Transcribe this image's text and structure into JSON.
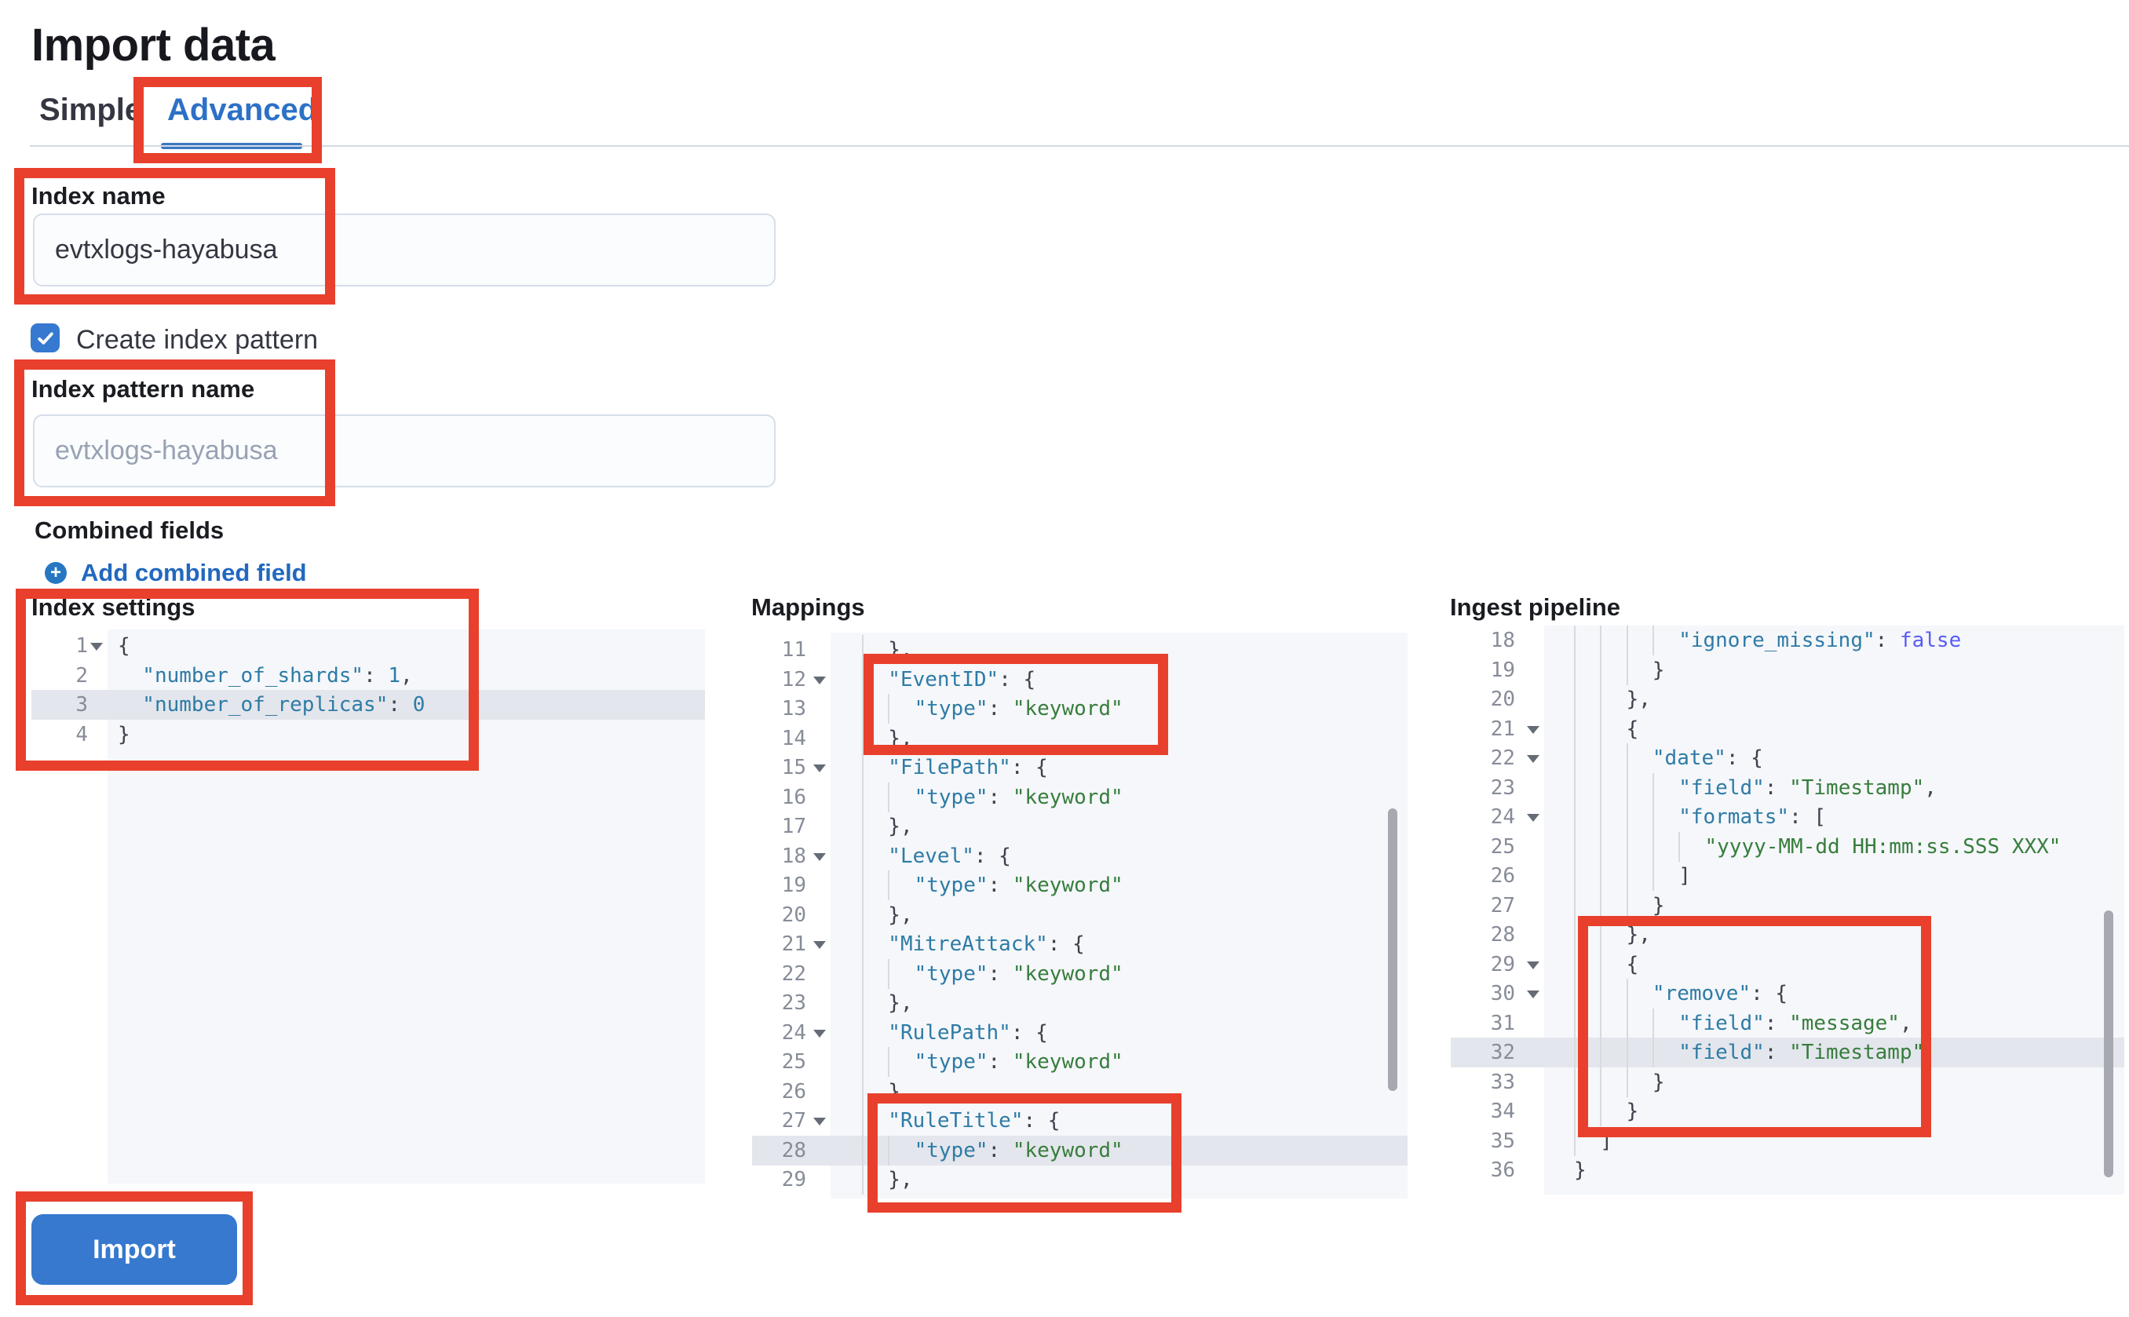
{
  "page": {
    "title": "Import data"
  },
  "tabs": {
    "simple": "Simple",
    "advanced": "Advanced",
    "active": "Advanced"
  },
  "form": {
    "index_name": {
      "label": "Index name",
      "value": "evtxlogs-hayabusa"
    },
    "create_index_pattern": {
      "label": "Create index pattern",
      "checked": true
    },
    "index_pattern_name": {
      "label": "Index pattern name",
      "placeholder": "evtxlogs-hayabusa"
    },
    "combined_fields": {
      "label": "Combined fields",
      "add_link": "Add combined field"
    }
  },
  "editors": [
    {
      "title": "Index settings",
      "active_line": 3,
      "guides": false,
      "lines": [
        {
          "n": 1,
          "fold": true,
          "ind": 0,
          "toks": [
            [
              "{",
              "p"
            ]
          ]
        },
        {
          "n": 2,
          "fold": false,
          "ind": 1,
          "toks": [
            [
              "\"number_of_shards\"",
              "k"
            ],
            [
              ": ",
              "p"
            ],
            [
              "1",
              "n"
            ],
            [
              ",",
              "p"
            ]
          ]
        },
        {
          "n": 3,
          "fold": false,
          "ind": 1,
          "toks": [
            [
              "\"number_of_replicas\"",
              "k"
            ],
            [
              ": ",
              "p"
            ],
            [
              "0",
              "n"
            ]
          ]
        },
        {
          "n": 4,
          "fold": false,
          "ind": 0,
          "toks": [
            [
              "}",
              "p"
            ]
          ]
        }
      ]
    },
    {
      "title": "Mappings",
      "active_line": 28,
      "guides": true,
      "lines": [
        {
          "n": 11,
          "fold": false,
          "ind": 1,
          "toks": [
            [
              "},",
              "p"
            ]
          ]
        },
        {
          "n": 12,
          "fold": true,
          "ind": 1,
          "toks": [
            [
              "\"EventID\"",
              "k"
            ],
            [
              ": {",
              "p"
            ]
          ]
        },
        {
          "n": 13,
          "fold": false,
          "ind": 2,
          "toks": [
            [
              "\"type\"",
              "k"
            ],
            [
              ": ",
              "p"
            ],
            [
              "\"keyword\"",
              "s"
            ]
          ]
        },
        {
          "n": 14,
          "fold": false,
          "ind": 1,
          "toks": [
            [
              "},",
              "p"
            ]
          ]
        },
        {
          "n": 15,
          "fold": true,
          "ind": 1,
          "toks": [
            [
              "\"FilePath\"",
              "k"
            ],
            [
              ": {",
              "p"
            ]
          ]
        },
        {
          "n": 16,
          "fold": false,
          "ind": 2,
          "toks": [
            [
              "\"type\"",
              "k"
            ],
            [
              ": ",
              "p"
            ],
            [
              "\"keyword\"",
              "s"
            ]
          ]
        },
        {
          "n": 17,
          "fold": false,
          "ind": 1,
          "toks": [
            [
              "},",
              "p"
            ]
          ]
        },
        {
          "n": 18,
          "fold": true,
          "ind": 1,
          "toks": [
            [
              "\"Level\"",
              "k"
            ],
            [
              ": {",
              "p"
            ]
          ]
        },
        {
          "n": 19,
          "fold": false,
          "ind": 2,
          "toks": [
            [
              "\"type\"",
              "k"
            ],
            [
              ": ",
              "p"
            ],
            [
              "\"keyword\"",
              "s"
            ]
          ]
        },
        {
          "n": 20,
          "fold": false,
          "ind": 1,
          "toks": [
            [
              "},",
              "p"
            ]
          ]
        },
        {
          "n": 21,
          "fold": true,
          "ind": 1,
          "toks": [
            [
              "\"MitreAttack\"",
              "k"
            ],
            [
              ": {",
              "p"
            ]
          ]
        },
        {
          "n": 22,
          "fold": false,
          "ind": 2,
          "toks": [
            [
              "\"type\"",
              "k"
            ],
            [
              ": ",
              "p"
            ],
            [
              "\"keyword\"",
              "s"
            ]
          ]
        },
        {
          "n": 23,
          "fold": false,
          "ind": 1,
          "toks": [
            [
              "},",
              "p"
            ]
          ]
        },
        {
          "n": 24,
          "fold": true,
          "ind": 1,
          "toks": [
            [
              "\"RulePath\"",
              "k"
            ],
            [
              ": {",
              "p"
            ]
          ]
        },
        {
          "n": 25,
          "fold": false,
          "ind": 2,
          "toks": [
            [
              "\"type\"",
              "k"
            ],
            [
              ": ",
              "p"
            ],
            [
              "\"keyword\"",
              "s"
            ]
          ]
        },
        {
          "n": 26,
          "fold": false,
          "ind": 1,
          "toks": [
            [
              "},",
              "p"
            ]
          ]
        },
        {
          "n": 27,
          "fold": true,
          "ind": 1,
          "toks": [
            [
              "\"RuleTitle\"",
              "k"
            ],
            [
              ": {",
              "p"
            ]
          ]
        },
        {
          "n": 28,
          "fold": false,
          "ind": 2,
          "toks": [
            [
              "\"type\"",
              "k"
            ],
            [
              ": ",
              "p"
            ],
            [
              "\"keyword\"",
              "s"
            ]
          ]
        },
        {
          "n": 29,
          "fold": false,
          "ind": 1,
          "toks": [
            [
              "},",
              "p"
            ]
          ]
        }
      ]
    },
    {
      "title": "Ingest pipeline",
      "active_line": 32,
      "guides": true,
      "lines": [
        {
          "n": 18,
          "fold": false,
          "ind": 4,
          "toks": [
            [
              "\"ignore_missing\"",
              "k"
            ],
            [
              ": ",
              "p"
            ],
            [
              "false",
              "b"
            ]
          ]
        },
        {
          "n": 19,
          "fold": false,
          "ind": 3,
          "toks": [
            [
              "}",
              "p"
            ]
          ]
        },
        {
          "n": 20,
          "fold": false,
          "ind": 2,
          "toks": [
            [
              "},",
              "p"
            ]
          ]
        },
        {
          "n": 21,
          "fold": true,
          "ind": 2,
          "toks": [
            [
              "{",
              "p"
            ]
          ]
        },
        {
          "n": 22,
          "fold": true,
          "ind": 3,
          "toks": [
            [
              "\"date\"",
              "k"
            ],
            [
              ": {",
              "p"
            ]
          ]
        },
        {
          "n": 23,
          "fold": false,
          "ind": 4,
          "toks": [
            [
              "\"field\"",
              "k"
            ],
            [
              ": ",
              "p"
            ],
            [
              "\"Timestamp\"",
              "s"
            ],
            [
              ",",
              "p"
            ]
          ]
        },
        {
          "n": 24,
          "fold": true,
          "ind": 4,
          "toks": [
            [
              "\"formats\"",
              "k"
            ],
            [
              ": [",
              "p"
            ]
          ]
        },
        {
          "n": 25,
          "fold": false,
          "ind": 5,
          "toks": [
            [
              "\"yyyy-MM-dd HH:mm:ss.SSS XXX\"",
              "s"
            ]
          ]
        },
        {
          "n": 26,
          "fold": false,
          "ind": 4,
          "toks": [
            [
              "]",
              "p"
            ]
          ]
        },
        {
          "n": 27,
          "fold": false,
          "ind": 3,
          "toks": [
            [
              "}",
              "p"
            ]
          ]
        },
        {
          "n": 28,
          "fold": false,
          "ind": 2,
          "toks": [
            [
              "},",
              "p"
            ]
          ]
        },
        {
          "n": 29,
          "fold": true,
          "ind": 2,
          "toks": [
            [
              "{",
              "p"
            ]
          ]
        },
        {
          "n": 30,
          "fold": true,
          "ind": 3,
          "toks": [
            [
              "\"remove\"",
              "k"
            ],
            [
              ": {",
              "p"
            ]
          ]
        },
        {
          "n": 31,
          "fold": false,
          "ind": 4,
          "toks": [
            [
              "\"field\"",
              "k"
            ],
            [
              ": ",
              "p"
            ],
            [
              "\"message\"",
              "s"
            ],
            [
              ",",
              "p"
            ]
          ]
        },
        {
          "n": 32,
          "fold": false,
          "ind": 4,
          "toks": [
            [
              "\"field\"",
              "k"
            ],
            [
              ": ",
              "p"
            ],
            [
              "\"Timestamp\"",
              "s"
            ]
          ]
        },
        {
          "n": 33,
          "fold": false,
          "ind": 3,
          "toks": [
            [
              "}",
              "p"
            ]
          ]
        },
        {
          "n": 34,
          "fold": false,
          "ind": 2,
          "toks": [
            [
              "}",
              "p"
            ]
          ]
        },
        {
          "n": 35,
          "fold": false,
          "ind": 1,
          "toks": [
            [
              "]",
              "p"
            ]
          ]
        },
        {
          "n": 36,
          "fold": false,
          "ind": 0,
          "toks": [
            [
              "}",
              "p"
            ]
          ]
        }
      ]
    }
  ],
  "import_button": {
    "label": "Import"
  },
  "annotations": [
    "advanced-tab",
    "index-name-field",
    "index-pattern-field",
    "index-settings-editor",
    "mappings-eventid-block",
    "mappings-ruletitle-block",
    "pipeline-remove-block",
    "import-button"
  ],
  "colors": {
    "annotation_red": "#e8402c",
    "primary_blue": "#3679cf",
    "tab_blue": "#2c71c7",
    "link_blue": "#2268bf",
    "code_key": "#2e7ba6",
    "code_string": "#377d3c",
    "code_number": "#2e7ba6",
    "code_boolean": "#585cf6",
    "active_line_bg": "#e3e6ec"
  }
}
